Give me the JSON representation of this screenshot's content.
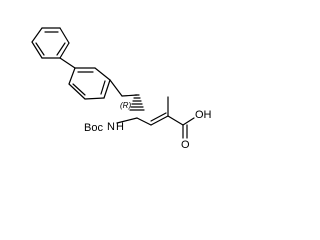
{
  "molecule": {
    "labels": {
      "boc": "Boc",
      "nh": "N",
      "h": "H",
      "stereo": "(R)",
      "oh": "OH",
      "o": "O"
    }
  }
}
